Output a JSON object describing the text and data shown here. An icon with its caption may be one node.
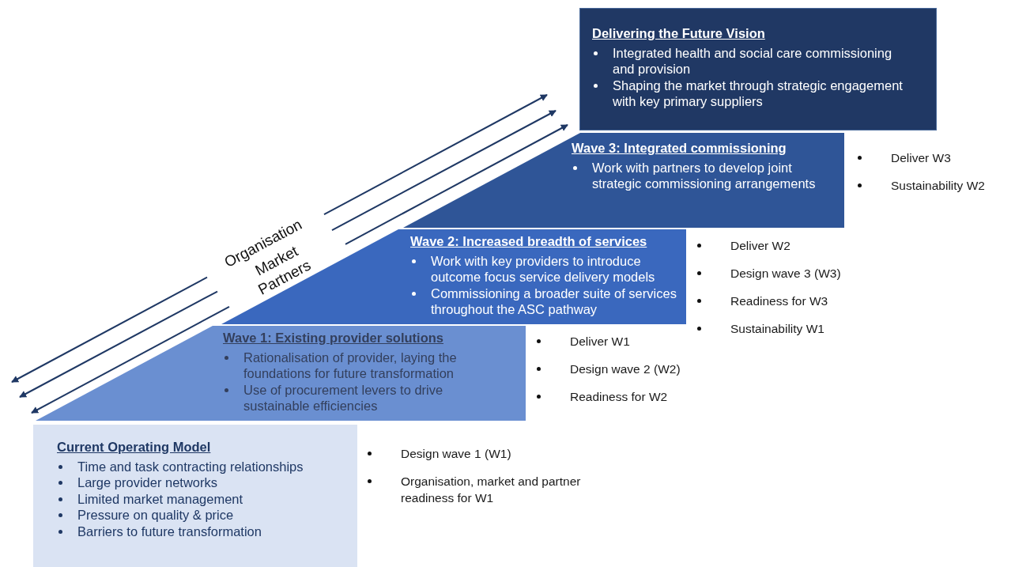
{
  "diagram": {
    "nodes": [
      {
        "text": [
          "Current Operating Model",
          "Time and task contracting relationships",
          "Large provider networks",
          "Limited market management",
          "Pressure on quality & price",
          "Barriers to future transformation"
        ],
        "beside": [
          "Design wave 1 (W1)",
          "Organisation, market and partner readiness for W1"
        ]
      },
      {
        "text": [
          "Wave 1: Existing provider solutions",
          "Rationalisation of provider, laying the foundations for future transformation",
          "Use of procurement levers to drive sustainable efficiencies"
        ],
        "beside": [
          "Deliver W1",
          "Design wave 2 (W2)",
          "Readiness for W2"
        ]
      },
      {
        "text": [
          "Wave 2:  Increased breadth of services",
          "Work with key providers to introduce outcome focus service delivery models",
          "Commissioning a broader suite of services throughout the ASC pathway"
        ],
        "beside": [
          "Deliver W2",
          "Design wave 3 (W3)",
          "Readiness for W3",
          "Sustainability W1"
        ]
      },
      {
        "text": [
          "Wave 3:  Integrated commissioning",
          "Work with partners to develop joint strategic commissioning  arrangements"
        ],
        "beside": [
          "Deliver W3",
          "Sustainability W2"
        ]
      },
      {
        "text": [
          "Delivering the Future Vision",
          "Integrated health and social care commissioning and provision",
          "Shaping the market through strategic engagement with key primary suppliers"
        ]
      }
    ],
    "edges": [],
    "labels": [
      "Organisation",
      "Market",
      "Partners"
    ]
  }
}
